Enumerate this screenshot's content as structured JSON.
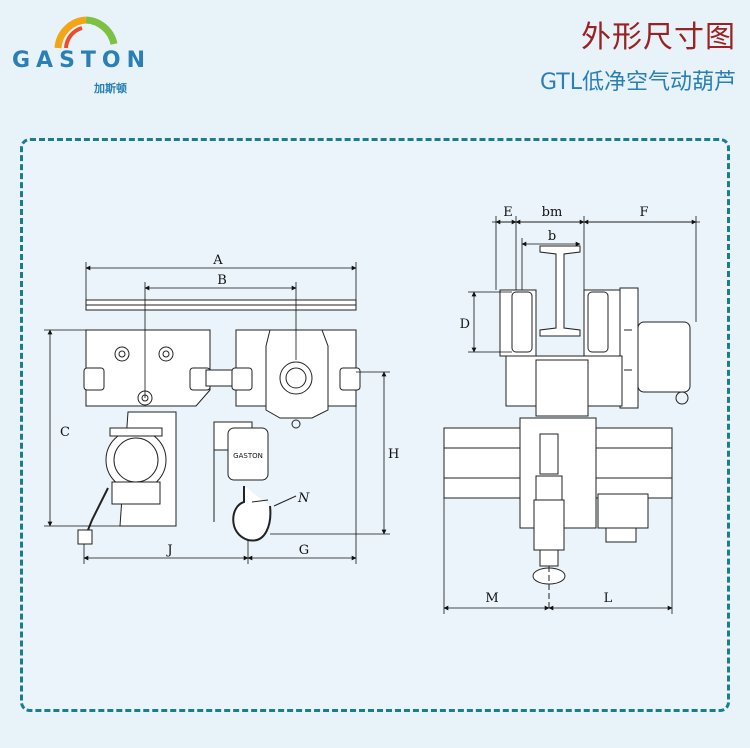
{
  "brand": {
    "name_en": "GASTON",
    "name_cn": "加斯顿"
  },
  "title": {
    "main": "外形尺寸图",
    "sub": "GTL低净空气动葫芦"
  },
  "hoist_logo_text": "GASTON",
  "dimensions": {
    "A": "A",
    "B": "B",
    "C": "C",
    "H": "H",
    "J": "J",
    "G": "G",
    "N": "N",
    "E": "E",
    "bm": "bm",
    "F": "F",
    "b": "b",
    "D": "D",
    "M": "M",
    "L": "L"
  },
  "colors": {
    "accent": "#2a7fb5",
    "title_red": "#9a2222",
    "frame": "#1a7f8c"
  }
}
